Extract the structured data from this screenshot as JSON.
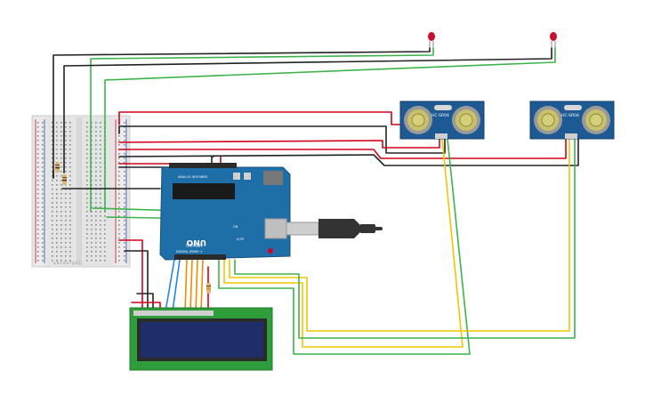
{
  "components": {
    "arduino": {
      "brand_label": "ARDUINO",
      "model_label": "UNO",
      "digital_label": "DIGITAL (PWM~)",
      "analog_label": "ANALOG IN",
      "power_label": "POWER",
      "pwr_label": "ON",
      "icsp_label": "ICSP"
    },
    "sensor_1": {
      "label": "HC-SR04"
    },
    "sensor_2": {
      "label": "HC-SR04"
    },
    "breadboard": {
      "row_letters_bottom": "a b c d e  f g h i j"
    },
    "lcd": {
      "name": "lcd"
    }
  },
  "colors": {
    "wire_red": "#d0021b",
    "wire_black": "#222222",
    "wire_green": "#3cb44b",
    "wire_yellow": "#f2c500",
    "wire_orange": "#f08a00",
    "wire_blue": "#1e88e5",
    "arduino_board": "#1e6ea8",
    "sensor_board": "#1d5a94",
    "lcd_board": "#2e9e3a",
    "lcd_screen": "#1f2e6b",
    "breadboard": "#e6e6e6",
    "led_red": "#c8102e",
    "usb_cable": "#333333"
  }
}
